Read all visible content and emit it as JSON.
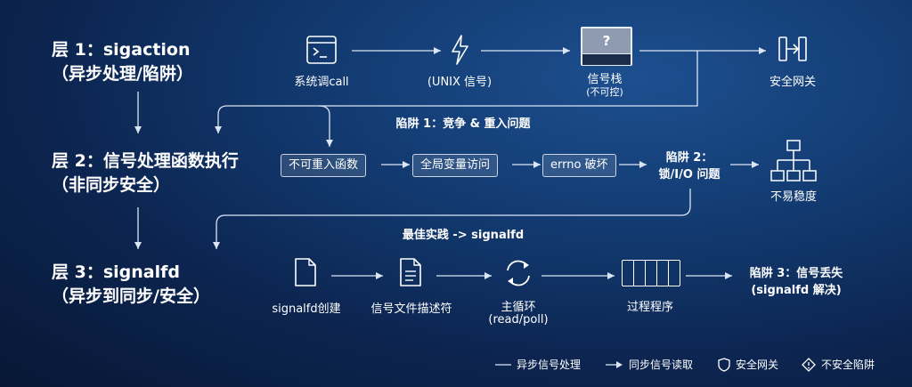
{
  "layers": [
    {
      "line1": "层 1：sigaction",
      "line2": "（异步处理/陷阱）"
    },
    {
      "line1": "层 2：信号处理函数执行",
      "line2": "（非同步安全）"
    },
    {
      "line1": "层 3：signalfd",
      "line2": "（异步到同步/安全）"
    }
  ],
  "row1": {
    "syscall": "系统调call",
    "unix_signal": "(UNIX 信号)",
    "stack_mark": "?",
    "stack_label": "信号栈",
    "stack_sub": "(不可控)",
    "gateway": "安全网关"
  },
  "pitfall1": "陷阱 1：竞争 & 重入问题",
  "row2": {
    "box1": "不可重入函数",
    "box2": "全局变量访问",
    "box3": "errno 破坏",
    "pitfall2_line1": "陷阱 2：",
    "pitfall2_line2": "锁/I/O 问题",
    "unstable": "不易稳度"
  },
  "best_practice": "最佳实践 -> signalfd",
  "row3": {
    "create": "signalfd创建",
    "fd": "信号文件描述符",
    "loop_line1": "主循环",
    "loop_line2": "(read/poll)",
    "process": "过程程序",
    "pitfall3_line1": "陷阱 3：信号丢失",
    "pitfall3_line2": "(signalfd 解决)"
  },
  "legend": {
    "async": "异步信号处理",
    "sync": "同步信号读取",
    "gateway": "安全网关",
    "unsafe": "不安全陷阱"
  },
  "colors": {
    "line": "#dbe6f5",
    "box_border": "#ffffff",
    "stack_fill": "#8e9bb0"
  }
}
